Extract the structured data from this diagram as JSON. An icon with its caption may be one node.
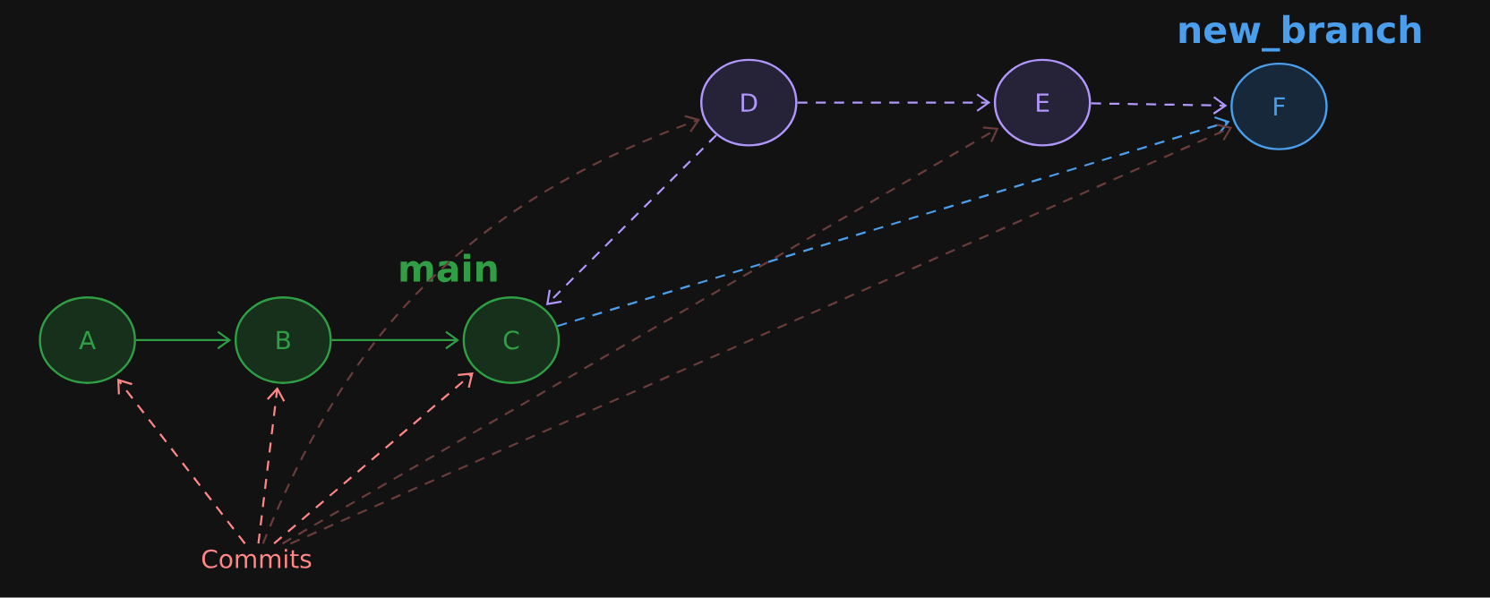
{
  "diagram": {
    "nodes": [
      {
        "text": [
          "A"
        ]
      },
      {
        "text": [
          "B"
        ]
      },
      {
        "text": [
          "C"
        ],
        "beside": [
          "main"
        ]
      },
      {
        "text": [
          "D"
        ]
      },
      {
        "text": [
          "E"
        ]
      },
      {
        "text": [
          "F"
        ],
        "beside": [
          "new_branch"
        ]
      },
      {
        "text": [
          "Commits"
        ]
      }
    ],
    "edges": [
      {
        "from": 0,
        "to": 1,
        "arrow": "to",
        "color": "#2f9e44"
      },
      {
        "from": 1,
        "to": 2,
        "arrow": "to",
        "color": "#2f9e44"
      },
      {
        "from": 3,
        "to": 2,
        "arrow": "to",
        "style": "dashed",
        "color": "#b197fc"
      },
      {
        "from": 3,
        "to": 4,
        "arrow": "to",
        "style": "dashed",
        "color": "#b197fc"
      },
      {
        "from": 4,
        "to": 5,
        "arrow": "to",
        "style": "dashed",
        "color": "#b197fc"
      },
      {
        "from": 2,
        "to": 5,
        "arrow": "to",
        "style": "dashed",
        "color": "#4a9eeb"
      },
      {
        "from": 6,
        "to": 0,
        "arrow": "to",
        "style": "dashed",
        "color": "#ff8787"
      },
      {
        "from": 6,
        "to": 1,
        "arrow": "to",
        "style": "dashed",
        "color": "#ff8787"
      },
      {
        "from": 6,
        "to": 2,
        "arrow": "to",
        "style": "dashed",
        "color": "#ff8787"
      },
      {
        "from": 6,
        "to": 3,
        "arrow": "to",
        "style": "dashed",
        "color": "#6b3c3c"
      },
      {
        "from": 6,
        "to": 4,
        "arrow": "to",
        "style": "dashed",
        "color": "#6b3c3c"
      },
      {
        "from": 6,
        "to": 5,
        "arrow": "to",
        "style": "dashed",
        "color": "#6b3c3c"
      }
    ]
  }
}
